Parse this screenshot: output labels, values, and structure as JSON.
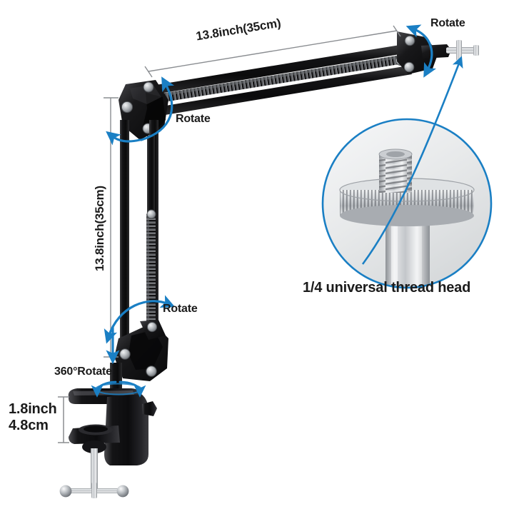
{
  "product": {
    "name": "microphone boom arm scissor stand",
    "background_color": "#ffffff",
    "accent_color": "#1a7fc4",
    "body_color": "#141414",
    "metal_color": "#b9bcc0"
  },
  "dimensions": {
    "upper_arm": "13.8inch(35cm)",
    "lower_arm": "13.8inch(35cm)",
    "clamp_line1": "1.8inch",
    "clamp_line2": "4.8cm"
  },
  "annotations": {
    "rotate_upper_joint": "Rotate",
    "rotate_top_right": "Rotate",
    "rotate_lower_joint": "Rotate",
    "rotate_base": "360°Rotate"
  },
  "inset": {
    "caption": "1/4 universal thread head"
  }
}
